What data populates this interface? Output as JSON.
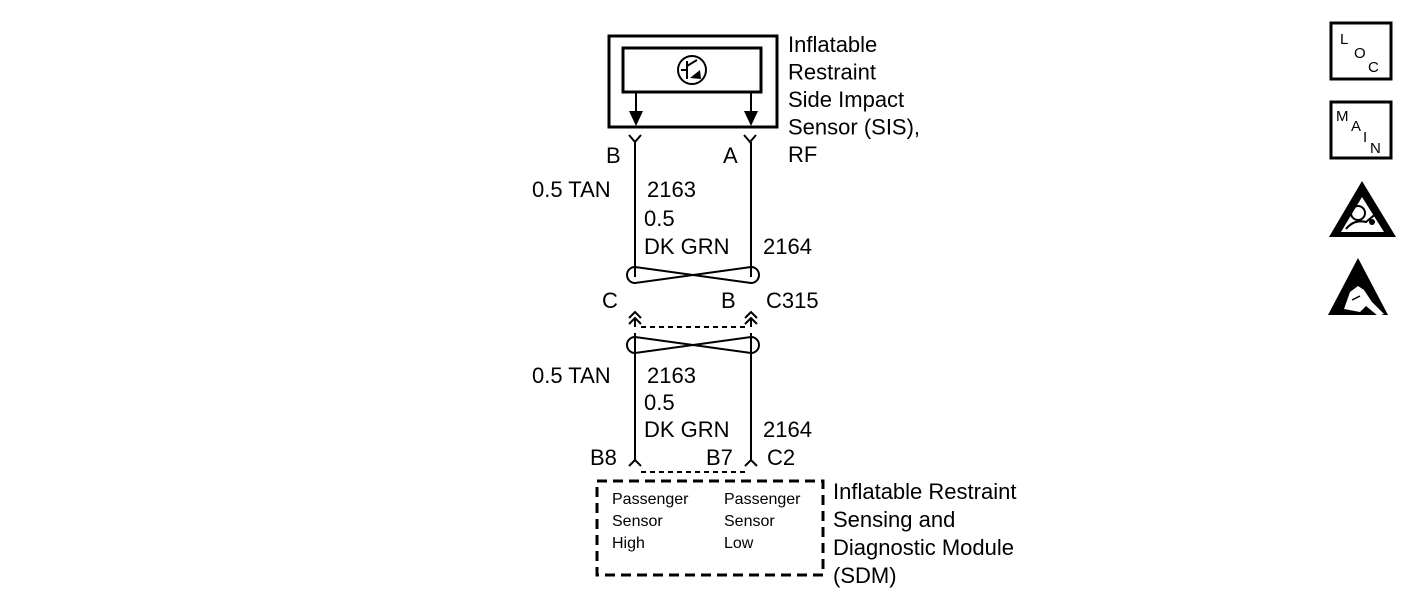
{
  "sis": {
    "name_lines": [
      "Inflatable",
      "Restraint",
      "Side Impact",
      "Sensor (SIS),",
      "RF"
    ],
    "pin_left": "B",
    "pin_right": "A"
  },
  "upper_wires": {
    "left": {
      "gauge_color": "0.5 TAN",
      "circuit": "2163"
    },
    "right": {
      "gauge": "0.5",
      "color": "DK GRN",
      "circuit": "2164"
    }
  },
  "connector_c315": {
    "name": "C315",
    "pin_left": "C",
    "pin_right": "B"
  },
  "lower_wires": {
    "left": {
      "gauge_color": "0.5 TAN",
      "circuit": "2163"
    },
    "right": {
      "gauge": "0.5",
      "color": "DK GRN",
      "circuit": "2164"
    }
  },
  "sdm": {
    "pin_left": "B8",
    "pin_right": "B7",
    "connector": "C2",
    "inputs": [
      [
        "Passenger",
        "Sensor",
        "High"
      ],
      [
        "Passenger",
        "Sensor",
        "Low"
      ]
    ],
    "name_lines": [
      "Inflatable Restraint",
      "Sensing and",
      "Diagnostic Module",
      "(SDM)"
    ]
  },
  "icons": {
    "loc": [
      "L",
      "O",
      "C"
    ],
    "main": [
      "M",
      "A",
      "I",
      "N"
    ],
    "airbag_warning": "airbag-warning-icon",
    "esd_warning": "esd-warning-icon"
  }
}
